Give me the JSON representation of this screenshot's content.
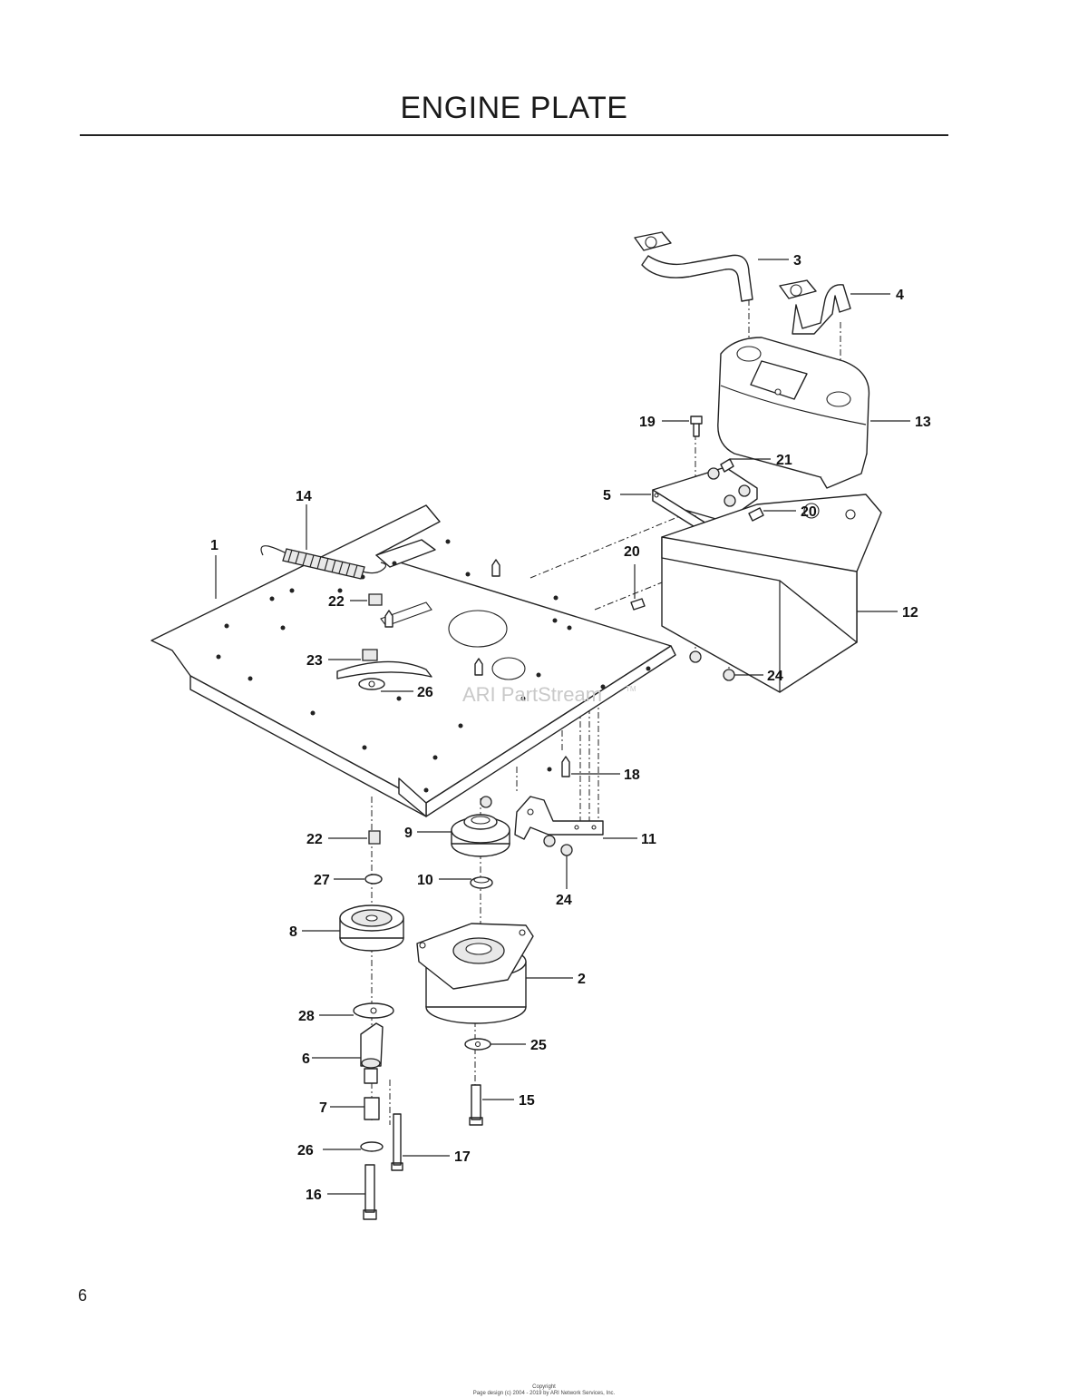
{
  "page": {
    "title": "ENGINE PLATE",
    "page_number": "6",
    "watermark": "ARI PartStream",
    "watermark_tm": "TM",
    "footer_line1": "Copyright",
    "footer_line2": "Page design (c) 2004 - 2019 by ARI Network Services, Inc."
  },
  "callouts": {
    "c1": "1",
    "c2": "2",
    "c3": "3",
    "c4": "4",
    "c5": "5",
    "c6": "6",
    "c7": "7",
    "c8": "8",
    "c9": "9",
    "c10": "10",
    "c11": "11",
    "c12": "12",
    "c13": "13",
    "c14": "14",
    "c15": "15",
    "c16": "16",
    "c17": "17",
    "c18": "18",
    "c19": "19",
    "c20a": "20",
    "c20b": "20",
    "c21": "21",
    "c22a": "22",
    "c22b": "22",
    "c23": "23",
    "c24a": "24",
    "c24b": "24",
    "c25": "25",
    "c26a": "26",
    "c26b": "26",
    "c27": "27",
    "c28": "28"
  }
}
